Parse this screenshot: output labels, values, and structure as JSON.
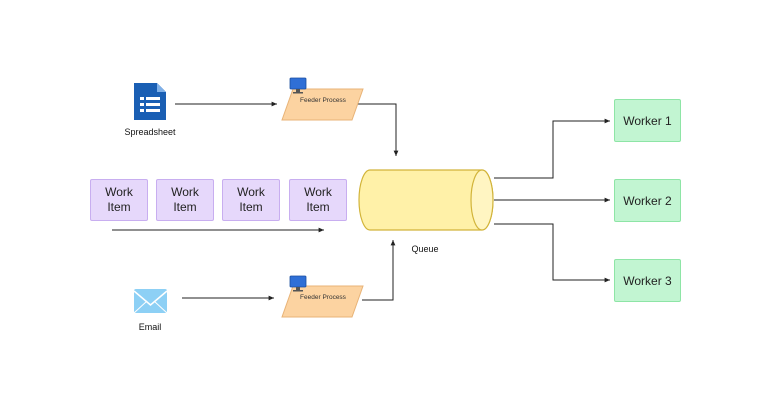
{
  "sources": {
    "spreadsheet": {
      "label": "Spreadsheet",
      "icon": "spreadsheet-icon"
    },
    "email": {
      "label": "Email",
      "icon": "email-icon"
    }
  },
  "feeders": [
    {
      "label": "Feeder Process",
      "icon": "monitor-icon"
    },
    {
      "label": "Feeder Process",
      "icon": "monitor-icon"
    }
  ],
  "work_items": [
    {
      "label": "Work Item"
    },
    {
      "label": "Work Item"
    },
    {
      "label": "Work Item"
    },
    {
      "label": "Work Item"
    }
  ],
  "queue": {
    "label": "Queue"
  },
  "workers": [
    {
      "label": "Worker 1"
    },
    {
      "label": "Worker 2"
    },
    {
      "label": "Worker 3"
    }
  ],
  "colors": {
    "work_item_fill": "#e6d8fb",
    "worker_fill": "#c2f5d2",
    "queue_fill": "#fff1a8",
    "feeder_fill": "#fcd3a1",
    "spreadsheet_icon": "#1a5fb4",
    "email_icon": "#7fc8f0"
  }
}
